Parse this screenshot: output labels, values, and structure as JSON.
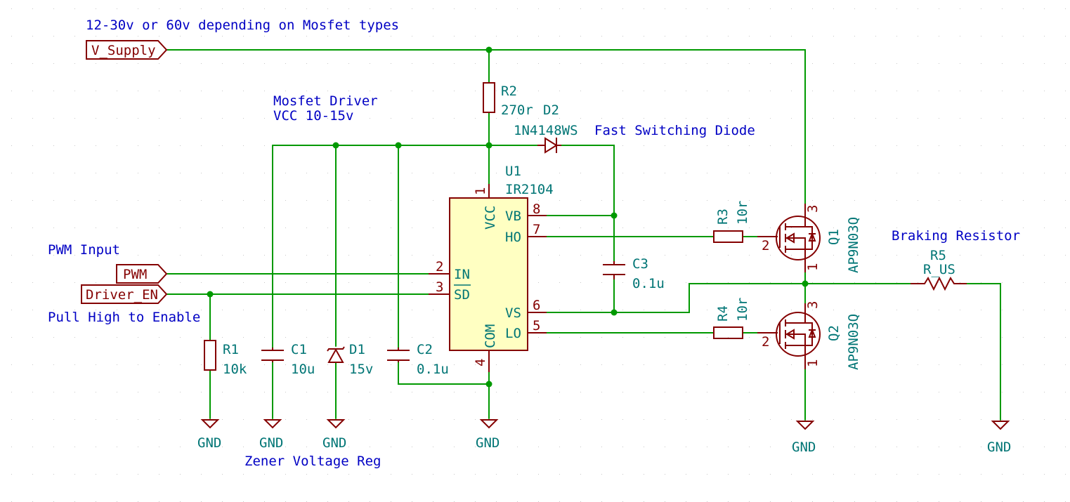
{
  "notes": {
    "supply_range": "12-30v or 60v depending on Mosfet types",
    "driver_vcc_1": "Mosfet Driver",
    "driver_vcc_2": "VCC 10-15v",
    "pwm_input": "PWM Input",
    "enable_hint": "Pull High to Enable",
    "zener_reg": "Zener Voltage Reg",
    "fast_diode": "Fast Switching Diode",
    "braking": "Braking Resistor"
  },
  "labels": {
    "v_supply": "V_Supply",
    "pwm": "PWM",
    "driver_en": "Driver_EN"
  },
  "components": {
    "u1": {
      "ref": "U1",
      "value": "IR2104",
      "pins": {
        "vcc": "VCC",
        "vb": "VB",
        "ho": "HO",
        "in": "IN",
        "sd": "SD",
        "vs": "VS",
        "lo": "LO",
        "com": "COM"
      },
      "pin_numbers": {
        "vcc": "1",
        "in": "2",
        "sd": "3",
        "com": "4",
        "lo": "5",
        "vs": "6",
        "ho": "7",
        "vb": "8"
      }
    },
    "r1": {
      "ref": "R1",
      "value": "10k"
    },
    "r2": {
      "ref": "R2",
      "value": "270r"
    },
    "r3": {
      "ref": "R3",
      "value": "10r"
    },
    "r4": {
      "ref": "R4",
      "value": "10r"
    },
    "r5": {
      "ref": "R5",
      "value": "R_US"
    },
    "c1": {
      "ref": "C1",
      "value": "10u"
    },
    "c2": {
      "ref": "C2",
      "value": "0.1u"
    },
    "c3": {
      "ref": "C3",
      "value": "0.1u"
    },
    "d1": {
      "ref": "D1",
      "value": "15v"
    },
    "d2": {
      "ref": "D2",
      "value": "1N4148WS"
    },
    "q1": {
      "ref": "Q1",
      "value": "AP9N03Q",
      "pin_g": "2",
      "pin_d": "3",
      "pin_s": "1"
    },
    "q2": {
      "ref": "Q2",
      "value": "AP9N03Q",
      "pin_g": "2",
      "pin_d": "3",
      "pin_s": "1"
    }
  },
  "power": {
    "gnd": "GND"
  },
  "colors": {
    "wire": "#009900",
    "component": "#840000",
    "component_fill": "#ffffc2",
    "ref_text": "#007575",
    "note_text": "#0000c4"
  }
}
